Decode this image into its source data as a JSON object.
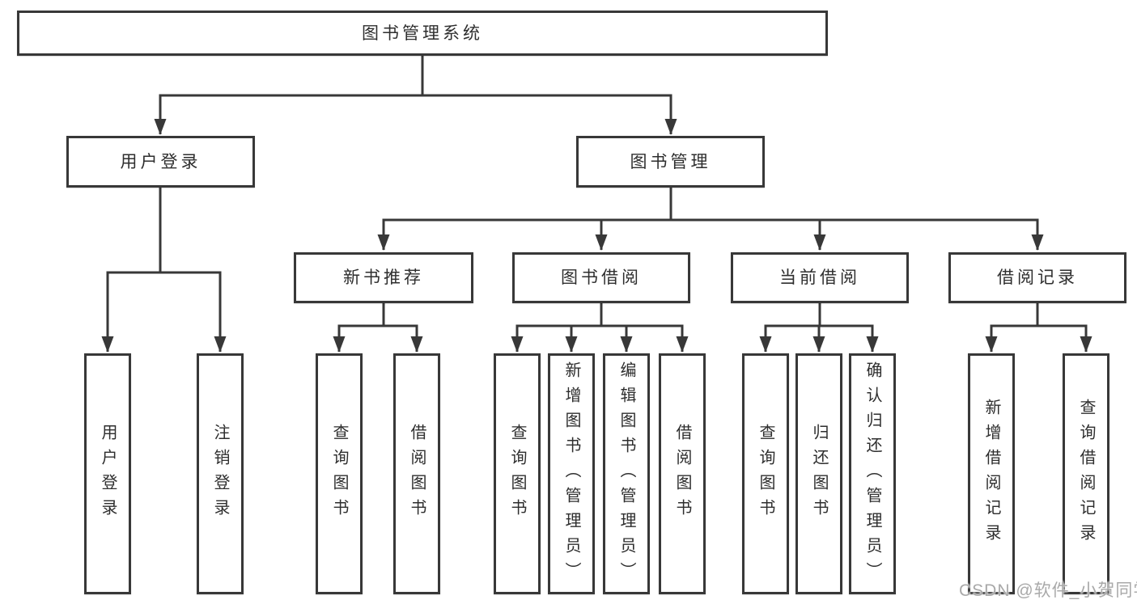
{
  "root": {
    "label": "图书管理系统"
  },
  "branches": [
    {
      "label": "用户登录"
    },
    {
      "label": "图书管理"
    }
  ],
  "modules": [
    {
      "label": "新书推荐"
    },
    {
      "label": "图书借阅"
    },
    {
      "label": "当前借阅"
    },
    {
      "label": "借阅记录"
    }
  ],
  "functions": [
    {
      "label": "用户登录"
    },
    {
      "label": "注销登录"
    },
    {
      "label": "查询图书"
    },
    {
      "label": "借阅图书"
    },
    {
      "label": "查询图书"
    },
    {
      "label": "新增图书（管理员）"
    },
    {
      "label": "编辑图书（管理员）"
    },
    {
      "label": "借阅图书"
    },
    {
      "label": "查询图书"
    },
    {
      "label": "归还图书"
    },
    {
      "label": "确认归还（管理员）"
    },
    {
      "label": "新增借阅记录"
    },
    {
      "label": "查询借阅记录"
    }
  ],
  "watermark": {
    "text": "CSDN @软件_小贺同学"
  },
  "colors": {
    "line": "#383838",
    "box_border": "#383838",
    "text": "#2e2e2e",
    "watermark": "#a9a9a9",
    "background": "#ffffff"
  }
}
